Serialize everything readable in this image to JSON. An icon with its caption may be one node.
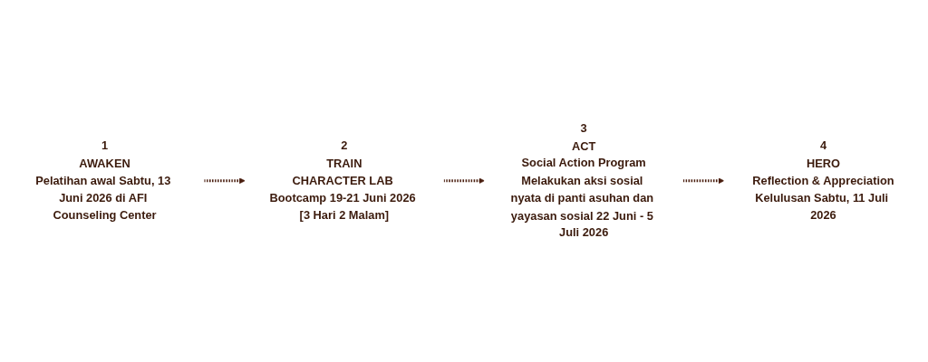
{
  "diagram": {
    "nodes": [
      {
        "text": [
          "1",
          "AWAKEN",
          "Pelatihan awal Sabtu, 13 Juni 2026 di AFI Counseling Center"
        ]
      },
      {
        "text": [
          "2",
          "TRAIN",
          "CHARACTER LAB Bootcamp 19-21 Juni 2026 [3 Hari 2 Malam]"
        ]
      },
      {
        "text": [
          "3",
          "ACT",
          "Social Action Program",
          "Melakukan aksi sosial nyata di panti asuhan dan yayasan sosial 22 Juni - 5 Juli 2026"
        ]
      },
      {
        "text": [
          "4",
          "HERO",
          "Reflection & Appreciation",
          "Kelulusan Sabtu, 11 Juli 2026"
        ]
      }
    ],
    "edges": [
      {
        "from": 0,
        "to": 1,
        "arrow": "to",
        "style": "dashed"
      },
      {
        "from": 1,
        "to": 2,
        "arrow": "to",
        "style": "dashed"
      },
      {
        "from": 2,
        "to": 3,
        "arrow": "to",
        "style": "dashed"
      }
    ]
  }
}
